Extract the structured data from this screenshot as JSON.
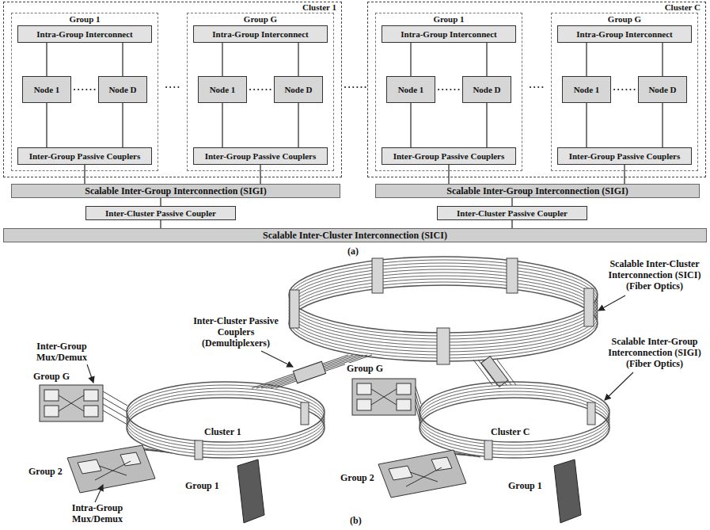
{
  "diagram": {
    "nodes": [
      {
        "text": [
          "Cluster 1"
        ]
      },
      {
        "text": [
          "Group 1"
        ],
        "in": 0
      },
      {
        "text": [
          "Intra-Group Interconnect"
        ],
        "in": 1
      },
      {
        "text": [
          "Node 1"
        ],
        "in": 1
      },
      {
        "text": [
          "Node D"
        ],
        "in": 1
      },
      {
        "text": [
          "Inter-Group Passive Couplers"
        ],
        "in": 1
      },
      {
        "text": [
          "Group G"
        ],
        "in": 0
      },
      {
        "text": [
          "Intra-Group Interconnect"
        ],
        "in": 6
      },
      {
        "text": [
          "Node 1"
        ],
        "in": 6
      },
      {
        "text": [
          "Node D"
        ],
        "in": 6
      },
      {
        "text": [
          "Inter-Group Passive Couplers"
        ],
        "in": 6
      },
      {
        "text": [
          "Cluster C"
        ]
      },
      {
        "text": [
          "Group 1"
        ],
        "in": 11
      },
      {
        "text": [
          "Intra-Group Interconnect"
        ],
        "in": 12
      },
      {
        "text": [
          "Node 1"
        ],
        "in": 12
      },
      {
        "text": [
          "Node D"
        ],
        "in": 12
      },
      {
        "text": [
          "Inter-Group Passive Couplers"
        ],
        "in": 12
      },
      {
        "text": [
          "Group G"
        ],
        "in": 11
      },
      {
        "text": [
          "Intra-Group Interconnect"
        ],
        "in": 17
      },
      {
        "text": [
          "Node 1"
        ],
        "in": 17
      },
      {
        "text": [
          "Node D"
        ],
        "in": 17
      },
      {
        "text": [
          "Inter-Group Passive Couplers"
        ],
        "in": 17
      },
      {
        "text": [
          "Scalable Inter-Group Interconnection (SIGI)"
        ]
      },
      {
        "text": [
          "Scalable Inter-Group Interconnection (SIGI)"
        ]
      },
      {
        "text": [
          "Inter-Cluster Passive Coupler"
        ]
      },
      {
        "text": [
          "Inter-Cluster Passive Coupler"
        ]
      },
      {
        "text": [
          "Scalable Inter-Cluster Interconnection (SICI)"
        ]
      }
    ],
    "edges": [
      {
        "from": 2,
        "to": 3,
        "arrow": "none"
      },
      {
        "from": 2,
        "to": 4,
        "arrow": "none"
      },
      {
        "from": 3,
        "to": 5,
        "arrow": "none"
      },
      {
        "from": 4,
        "to": 5,
        "arrow": "none"
      },
      {
        "from": 7,
        "to": 8,
        "arrow": "none"
      },
      {
        "from": 7,
        "to": 9,
        "arrow": "none"
      },
      {
        "from": 8,
        "to": 10,
        "arrow": "none"
      },
      {
        "from": 9,
        "to": 10,
        "arrow": "none"
      },
      {
        "from": 13,
        "to": 14,
        "arrow": "none"
      },
      {
        "from": 13,
        "to": 15,
        "arrow": "none"
      },
      {
        "from": 14,
        "to": 16,
        "arrow": "none"
      },
      {
        "from": 15,
        "to": 16,
        "arrow": "none"
      },
      {
        "from": 18,
        "to": 19,
        "arrow": "none"
      },
      {
        "from": 18,
        "to": 20,
        "arrow": "none"
      },
      {
        "from": 19,
        "to": 21,
        "arrow": "none"
      },
      {
        "from": 20,
        "to": 21,
        "arrow": "none"
      },
      {
        "from": 5,
        "to": 22,
        "arrow": "none"
      },
      {
        "from": 10,
        "to": 22,
        "arrow": "none"
      },
      {
        "from": 16,
        "to": 23,
        "arrow": "none"
      },
      {
        "from": 21,
        "to": 23,
        "arrow": "none"
      },
      {
        "from": 22,
        "to": 24,
        "arrow": "none"
      },
      {
        "from": 23,
        "to": 25,
        "arrow": "none"
      },
      {
        "from": 24,
        "to": 26,
        "arrow": "none"
      },
      {
        "from": 25,
        "to": 26,
        "arrow": "none"
      }
    ],
    "labels": [
      "(a)",
      "Scalable Inter-Cluster Interconnection (SICI) (Fiber Optics)",
      "Inter-Cluster Passive Couplers (Demultiplexers)",
      "Scalable Inter-Group Interconnection (SIGI) (Fiber Optics)",
      "Inter-Group Mux/Demux",
      "Group G",
      "Group G",
      "Cluster 1",
      "Cluster C",
      "Group 2",
      "Group 2",
      "Group 1",
      "Group 1",
      "Intra-Group Mux/Demux",
      "(b)"
    ]
  }
}
